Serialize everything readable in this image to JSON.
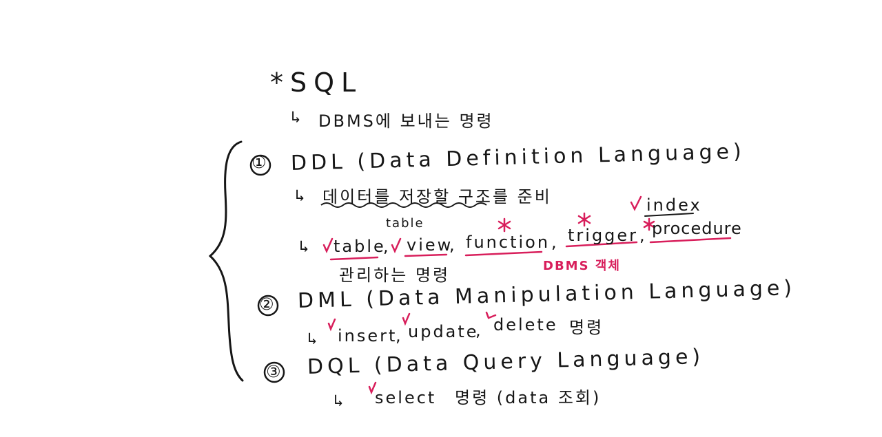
{
  "title": "*SQL",
  "subtitle_arrow": "↳",
  "subtitle": "DBMS에 보내는 명령",
  "sections": [
    {
      "num": "①",
      "heading": "DDL (Data Definition Language)",
      "arrow1": "↳",
      "line1": "데이터를 저장할 구조를 준비",
      "above_view": "table",
      "above_last": "index",
      "arrow2": "↳",
      "objects": {
        "table": "table",
        "view": "view",
        "function": "function",
        "trigger": "trigger",
        "procedure": "procedure"
      },
      "sep": ",",
      "manage": "관리하는 명령",
      "dbms_note": "DBMS 객체"
    },
    {
      "num": "②",
      "heading": "DML (Data Manipulation Language)",
      "arrow": "↳",
      "items": [
        "insert",
        "update",
        "delete"
      ],
      "suffix": "명령"
    },
    {
      "num": "③",
      "heading": "DQL (Data Query Language)",
      "arrow": "↳",
      "item": "select",
      "suffix": "명령 (data 조회)"
    }
  ],
  "colors": {
    "ink": "#161616",
    "accent": "#d81e5b"
  }
}
